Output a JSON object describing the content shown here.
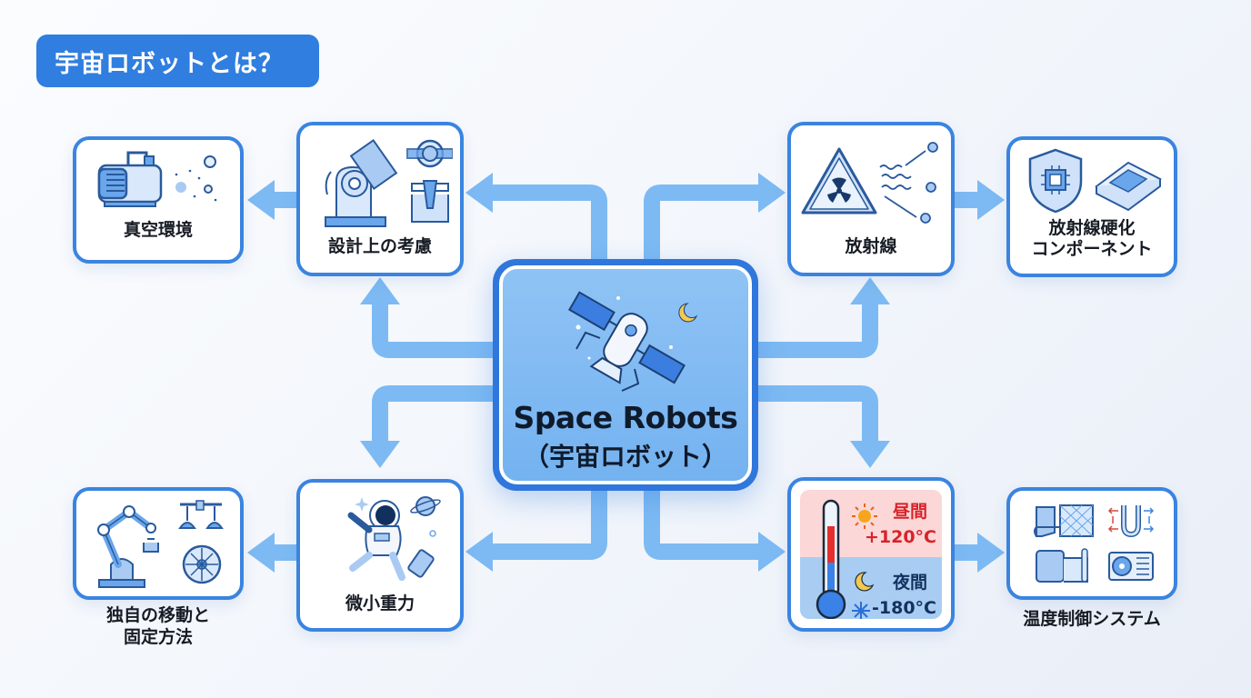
{
  "header": {
    "title": "宇宙ロボットとは？"
  },
  "center": {
    "title": "Space Robots",
    "subtitle": "（宇宙ロボット）",
    "icon": "satellite-robot-icon"
  },
  "nodes": {
    "vacuum": {
      "label": "真空環境",
      "icon": "vacuum-pump-icon"
    },
    "design": {
      "label": "設計上の考慮",
      "icon": "robot-joint-seal-icon"
    },
    "radiation": {
      "label": "放射線",
      "icon": "radiation-warning-icon"
    },
    "rad_hard": {
      "label_line1": "放射線硬化",
      "label_line2": "コンポーネント",
      "icon": "shielded-chip-icon"
    },
    "microgravity": {
      "label": "微小重力",
      "icon": "floating-astronaut-icon"
    },
    "mobility": {
      "label_line1": "独自の移動と",
      "label_line2": "固定方法",
      "icon": "robot-arm-gripper-wheel-icon"
    },
    "temperature": {
      "day_label": "昼間",
      "day_value": "+120°C",
      "night_label": "夜間",
      "night_value": "-180°C",
      "icon": "thermometer-icon"
    },
    "thermal_control": {
      "label": "温度制御システム",
      "icon": "thermal-control-icon"
    }
  },
  "colors": {
    "accent": "#2f7ee0",
    "border": "#3a84e0",
    "arrow": "#7dbaf3",
    "center_fill": "#80bbf2",
    "day_bg": "#fbd7d7",
    "day_text": "#d8232a",
    "night_bg": "#a9cdf2",
    "night_text": "#13315f"
  }
}
